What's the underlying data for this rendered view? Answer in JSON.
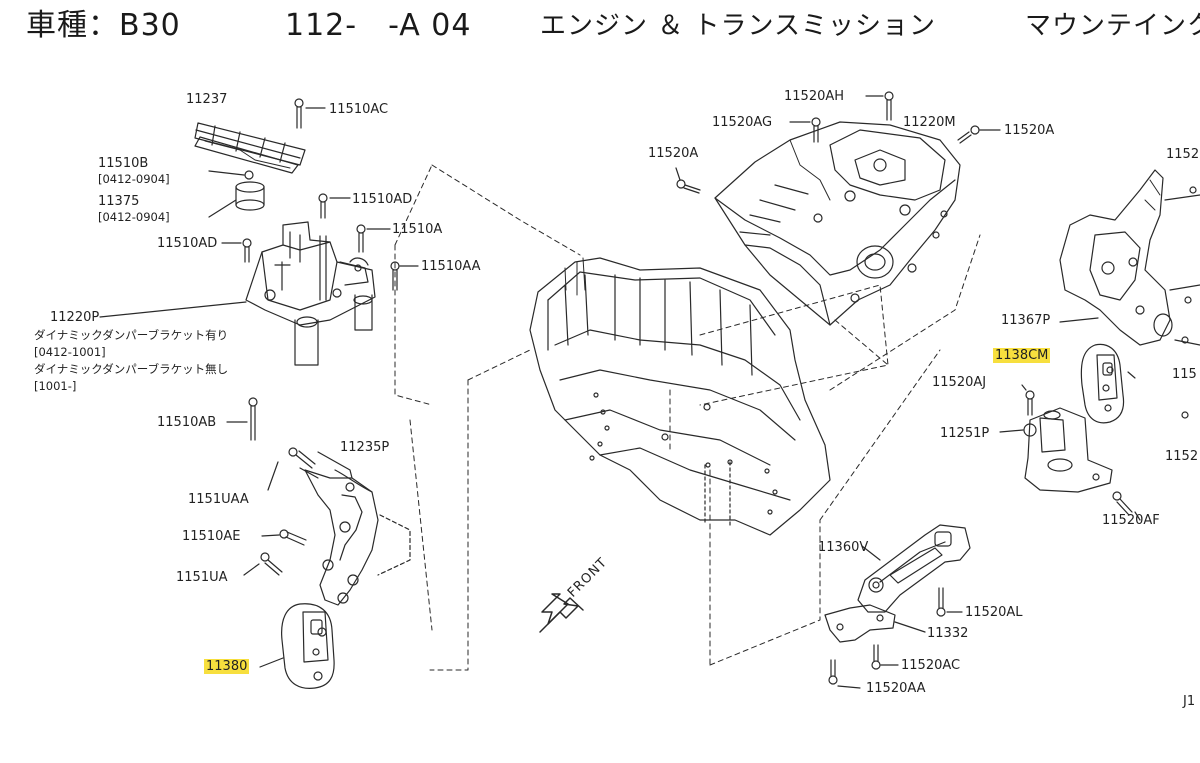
{
  "header": {
    "model": "車種：B30",
    "code": "112-　-A 04",
    "section": "エンジン ＆ トランスミッション",
    "subsection": "マウンテインク"
  },
  "callouts": [
    {
      "id": "11237",
      "text": "11237"
    },
    {
      "id": "11510AC",
      "text": "11510AC"
    },
    {
      "id": "11510B",
      "text": "11510B"
    },
    {
      "id": "11510B_range",
      "text": "[0412-0904]"
    },
    {
      "id": "11375",
      "text": "11375"
    },
    {
      "id": "11375_range",
      "text": "[0412-0904]"
    },
    {
      "id": "11510AD_top",
      "text": "11510AD"
    },
    {
      "id": "11510A_left",
      "text": "11510A"
    },
    {
      "id": "11510AD_left",
      "text": "11510AD"
    },
    {
      "id": "11510AA",
      "text": "11510AA"
    },
    {
      "id": "11220P",
      "text": "11220P"
    },
    {
      "id": "note_with_bracket",
      "text": "ダイナミックダンパーブラケット有り"
    },
    {
      "id": "note_with_range",
      "text": "[0412-1001]"
    },
    {
      "id": "note_without_bracket",
      "text": "ダイナミックダンパーブラケット無し"
    },
    {
      "id": "note_without_range",
      "text": "[1001-]"
    },
    {
      "id": "11510AB",
      "text": "11510AB"
    },
    {
      "id": "11235P",
      "text": "11235P"
    },
    {
      "id": "1151UAA",
      "text": "1151UAA"
    },
    {
      "id": "11510AE",
      "text": "11510AE"
    },
    {
      "id": "1151UA",
      "text": "1151UA"
    },
    {
      "id": "11380",
      "text": "11380"
    },
    {
      "id": "11520AH",
      "text": "11520AH"
    },
    {
      "id": "11520AG",
      "text": "11520AG"
    },
    {
      "id": "11220M",
      "text": "11220M"
    },
    {
      "id": "11520A_right",
      "text": "11520A"
    },
    {
      "id": "11520A_left",
      "text": "11520A"
    },
    {
      "id": "11367P",
      "text": "11367P"
    },
    {
      "id": "11380M",
      "text": "1138CM"
    },
    {
      "id": "11520AJ",
      "text": "11520AJ"
    },
    {
      "id": "11251P",
      "text": "11251P"
    },
    {
      "id": "11520AF",
      "text": "11520AF"
    },
    {
      "id": "11360V",
      "text": "11360V"
    },
    {
      "id": "11520AL",
      "text": "11520AL"
    },
    {
      "id": "11332",
      "text": "11332"
    },
    {
      "id": "11520AC",
      "text": "11520AC"
    },
    {
      "id": "11520AA",
      "text": "11520AA"
    },
    {
      "id": "edge_1152_a",
      "text": "1152"
    },
    {
      "id": "edge_115",
      "text": "115"
    },
    {
      "id": "edge_1152_b",
      "text": "1152"
    },
    {
      "id": "edge_j1",
      "text": "J1"
    }
  ],
  "front_label": "FRONT",
  "highlight_color": "#f7df3e",
  "line_color": "#2a2a2a"
}
